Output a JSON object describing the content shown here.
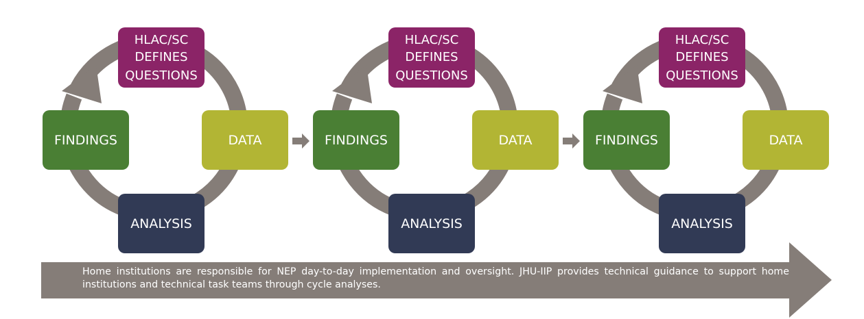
{
  "colors": {
    "questions": "#8b2467",
    "data": "#b2b534",
    "analysis": "#313a55",
    "findings": "#4a7f34",
    "arrow": "#857d78"
  },
  "cycles": [
    {
      "questions": [
        "HLAC/SC",
        "DEFINES",
        "QUESTIONS"
      ],
      "data": "DATA",
      "analysis": "ANALYSIS",
      "findings": "FINDINGS"
    },
    {
      "questions": [
        "HLAC/SC",
        "DEFINES",
        "QUESTIONS"
      ],
      "data": "DATA",
      "analysis": "ANALYSIS",
      "findings": "FINDINGS"
    },
    {
      "questions": [
        "HLAC/SC",
        "DEFINES",
        "QUESTIONS"
      ],
      "data": "DATA",
      "analysis": "ANALYSIS",
      "findings": "FINDINGS"
    }
  ],
  "caption": "Home institutions are responsible for NEP day-to-day implementation and oversight. JHU-IIP provides technical guidance to support home institutions and technical task teams through cycle analyses."
}
